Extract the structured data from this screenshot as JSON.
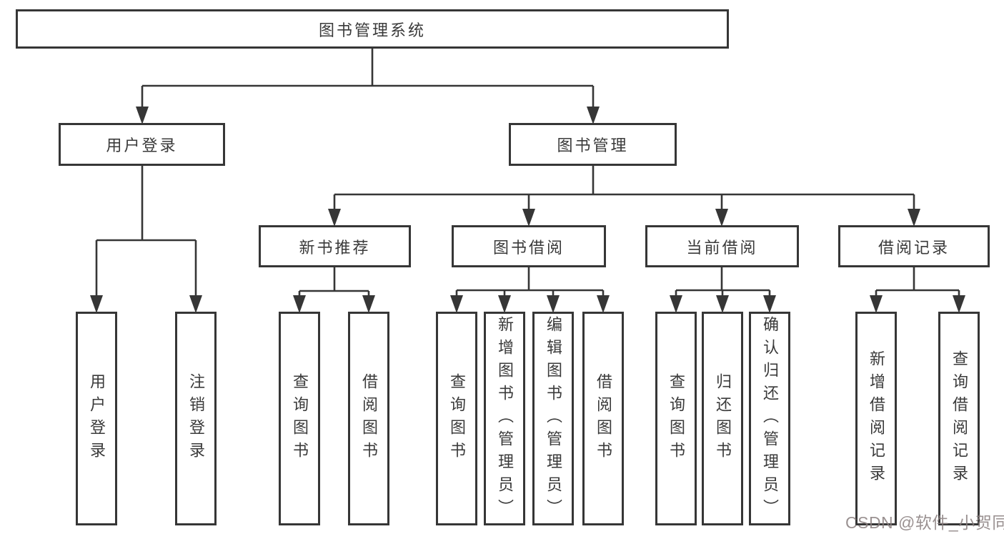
{
  "diagram": {
    "root": "图书管理系统",
    "level1": {
      "user_login": "用户登录",
      "book_management": "图书管理"
    },
    "level2": {
      "new_book_recommend": "新书推荐",
      "book_borrowing": "图书借阅",
      "current_borrowing": "当前借阅",
      "borrowing_records": "借阅记录"
    },
    "leaves": [
      "用户登录",
      "注销登录",
      "查询图书",
      "借阅图书",
      "查询图书",
      "新增图书（管理员）",
      "编辑图书（管理员）",
      "借阅图书",
      "查询图书",
      "归还图书",
      "确认归还（管理员）",
      "新增借阅记录",
      "查询借阅记录"
    ]
  },
  "watermark": {
    "text": "CSDN @软件_小贺同学"
  },
  "colors": {
    "line": "#363636",
    "text": "#3a3a3a",
    "background": "#ffffff"
  }
}
